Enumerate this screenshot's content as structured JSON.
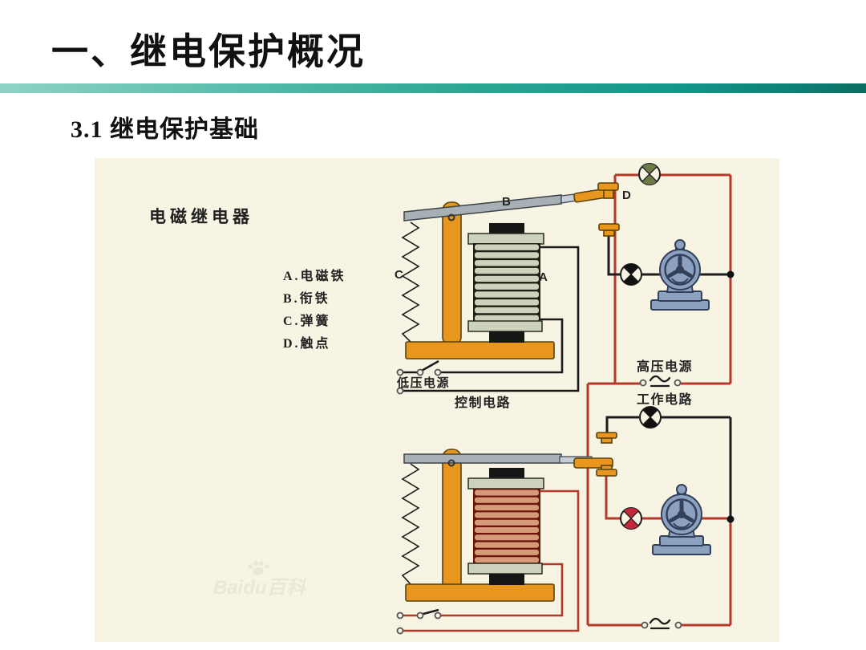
{
  "slide": {
    "title": "一、继电保护概况",
    "subtitle": "3.1 继电保护基础",
    "accent_bar_colors": [
      "#8ed3c4",
      "#0b6e63"
    ]
  },
  "diagram": {
    "heading": "电磁继电器",
    "legend": [
      "A.电磁铁",
      "B.衔铁",
      "C.弹簧",
      "D.触点"
    ],
    "part_labels": {
      "A": "A",
      "B": "B",
      "C": "C",
      "D": "D"
    },
    "labels": {
      "low_voltage_source": "低压电源",
      "control_circuit": "控制电路",
      "high_voltage_source": "高压电源",
      "working_circuit": "工作电路"
    },
    "watermark": "Baidu百科",
    "colors": {
      "panel_background": "#f7f4e3",
      "wire_red": "#b5382a",
      "wire_black": "#1c1c1c",
      "frame_orange": "#e8961e",
      "coil_cold": "#ccd2bc",
      "coil_hot": "#d79a78",
      "motor_blue": "#8ca0bf",
      "lamp_olive": "#6d7a45",
      "indicator_red": "#c3293b"
    }
  }
}
